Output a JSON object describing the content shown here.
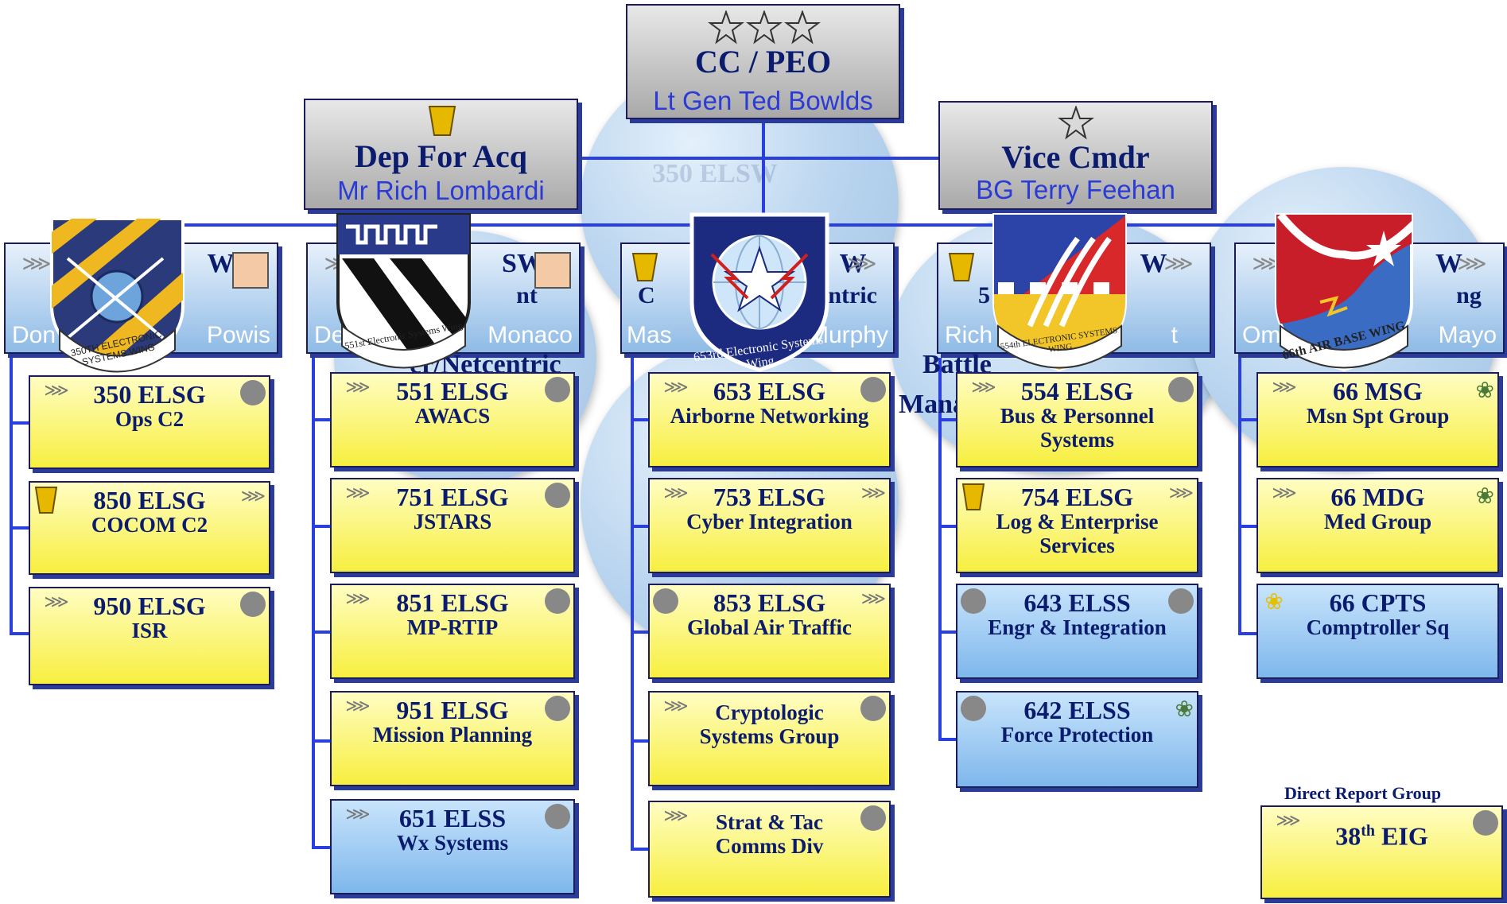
{
  "colors": {
    "connector": "#2a3fe0",
    "text_dark": "#0b1c6e",
    "text_name": "#2b3bd6",
    "group_yellow": "#f7ef3f",
    "group_blue": "#7eb7ec"
  },
  "top": {
    "rank": "three-star",
    "title": "CC / PEO",
    "name": "Lt Gen Ted Bowlds"
  },
  "deputy": {
    "rank": "ses",
    "title": "Dep For Acq",
    "name": "Mr Rich Lombardi"
  },
  "vice": {
    "rank": "one-star",
    "title": "Vice Cmdr",
    "name": "BG Terry Feehan"
  },
  "background_labels": {
    "wing350": "350 ELSW",
    "frag1": "Battle",
    "frag2": "Mana",
    "frag3": "er/Netcentric"
  },
  "wings": [
    {
      "code": "W",
      "sub": "",
      "name_left": "Don",
      "name_right": "Powis",
      "crest": "350th Electronic Systems Wing",
      "crest_text": "350TH ELECTRONIC SYSTEMS WING"
    },
    {
      "code": "SW",
      "sub": "nt",
      "name_left": "De",
      "name_right": "Monaco",
      "crest": "551st Electronic Systems Wing",
      "crest_text": "551st Electronic Systems Wing"
    },
    {
      "code": "W",
      "sub": "C",
      "name_left": "Mas",
      "name_right": "Murphy",
      "sub_right": "ntric",
      "crest": "653rd Electronic Systems Wing",
      "crest_text": "653rd Electronic Systems Wing"
    },
    {
      "code": "W",
      "sub": "5",
      "name_left": "Rich",
      "name_right": "t",
      "crest": "554th Electronic Systems Wing",
      "crest_text": "554th ELECTRONIC SYSTEMS WING"
    },
    {
      "code": "W",
      "sub": "ng",
      "name_left": "Om",
      "name_right": "Mayo",
      "crest": "66th Air Base Wing",
      "crest_text": "66th AIR BASE WING"
    }
  ],
  "columns": [
    [
      {
        "code": "350 ELSG",
        "desc": "Ops C2",
        "color": "yellow"
      },
      {
        "code": "850 ELSG",
        "desc": "COCOM C2",
        "color": "yellow"
      },
      {
        "code": "950 ELSG",
        "desc": "ISR",
        "color": "yellow"
      }
    ],
    [
      {
        "code": "551 ELSG",
        "desc": "AWACS",
        "color": "yellow"
      },
      {
        "code": "751 ELSG",
        "desc": "JSTARS",
        "color": "yellow"
      },
      {
        "code": "851 ELSG",
        "desc": "MP-RTIP",
        "color": "yellow"
      },
      {
        "code": "951 ELSG",
        "desc": "Mission Planning",
        "color": "yellow"
      },
      {
        "code": "651 ELSS",
        "desc": "Wx Systems",
        "color": "blue"
      }
    ],
    [
      {
        "code": "653 ELSG",
        "desc": "Airborne Networking",
        "color": "yellow"
      },
      {
        "code": "753 ELSG",
        "desc": "Cyber Integration",
        "color": "yellow"
      },
      {
        "code": "853 ELSG",
        "desc": "Global Air Traffic",
        "color": "yellow"
      },
      {
        "code": "Cryptologic",
        "desc": "Systems Group",
        "color": "yellow"
      },
      {
        "code": "Strat & Tac",
        "desc": "Comms Div",
        "color": "yellow"
      }
    ],
    [
      {
        "code": "554 ELSG",
        "desc": "Bus & Personnel Systems",
        "color": "yellow"
      },
      {
        "code": "754 ELSG",
        "desc": "Log & Enterprise Services",
        "color": "yellow"
      },
      {
        "code": "643 ELSS",
        "desc": "Engr & Integration",
        "color": "blue"
      },
      {
        "code": "642 ELSS",
        "desc": "Force Protection",
        "color": "blue"
      }
    ],
    [
      {
        "code": "66 MSG",
        "desc": "Msn Spt Group",
        "color": "yellow"
      },
      {
        "code": "66 MDG",
        "desc": "Med Group",
        "color": "yellow"
      },
      {
        "code": "66 CPTS",
        "desc": "Comptroller Sq",
        "color": "blue"
      }
    ]
  ],
  "direct_report": {
    "label": "Direct Report Group",
    "code_num": "38",
    "code_sup": "th",
    "code_rest": " EIG"
  }
}
